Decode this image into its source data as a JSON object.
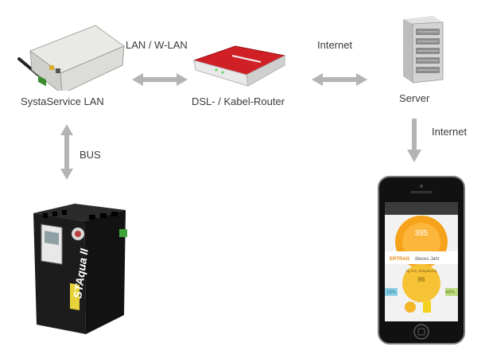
{
  "labels": {
    "lan_wlan": "LAN / W-LAN",
    "internet_top": "Internet",
    "systa_service": "SystaService LAN",
    "router": "DSL- / Kabel-Router",
    "server": "Server",
    "internet_side": "Internet",
    "bus": "BUS"
  },
  "controller": {
    "brand": "STAqua II"
  },
  "phone_app": {
    "temp_value": "385",
    "yield_label": "ERTRAG",
    "yield_period": "dieses Jahr",
    "co2_label": "kg CO₂-Einsparung",
    "co2_value": "86",
    "left_pct": "18%",
    "right_pct": "48%"
  },
  "colors": {
    "arrow": "#b4b4b4",
    "router_red": "#d11f26",
    "app_orange": "#f7a21b"
  }
}
